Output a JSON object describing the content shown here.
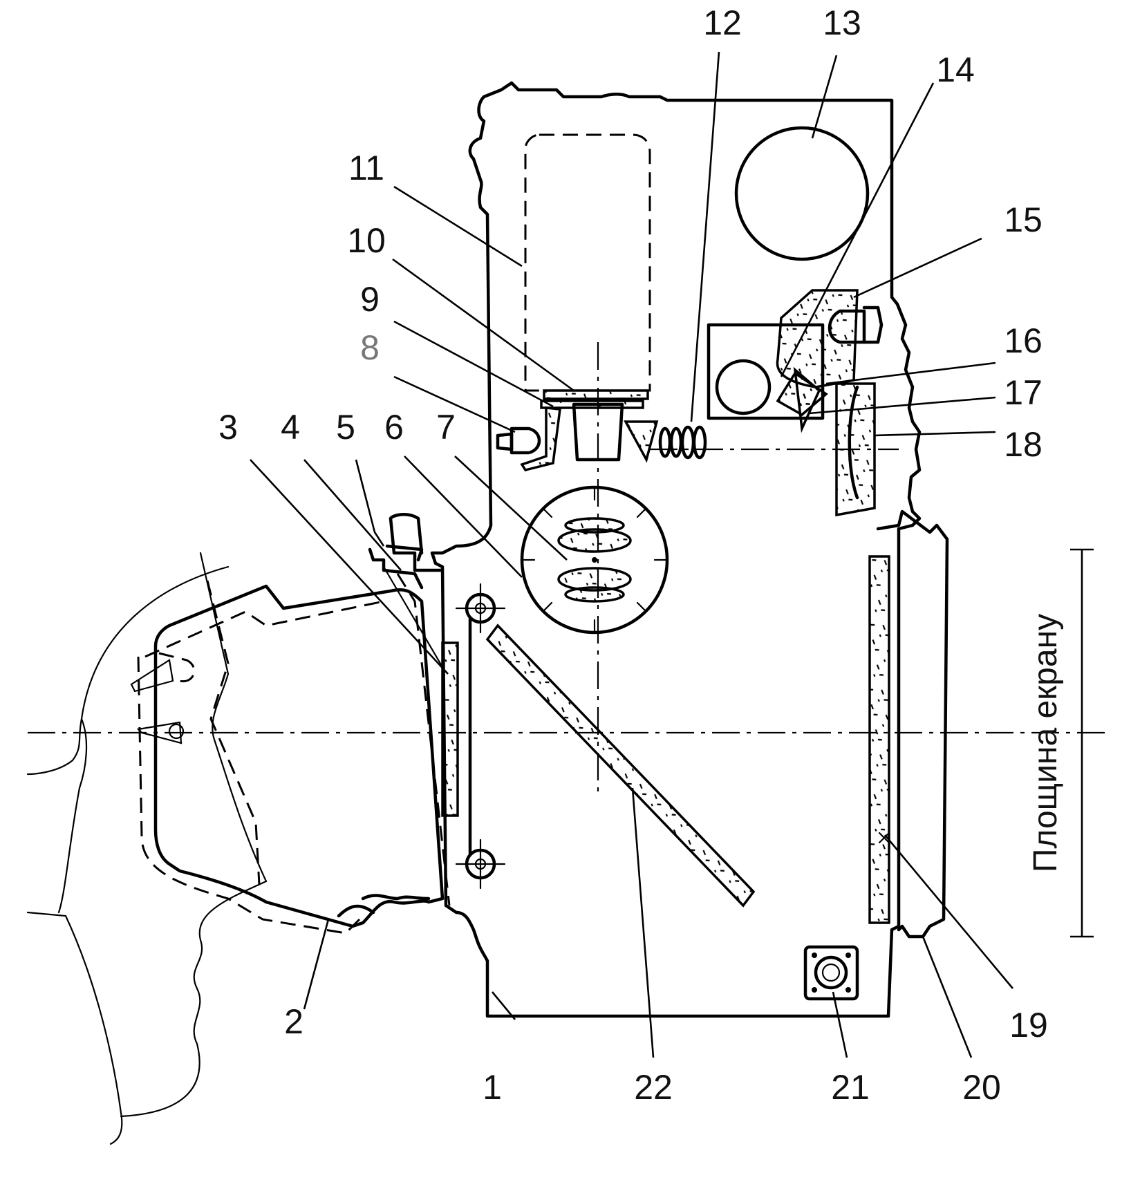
{
  "colors": {
    "ink": "#000000",
    "background": "#ffffff",
    "label_8": "#777777"
  },
  "labels": {
    "l1": "1",
    "l2": "2",
    "l3": "3",
    "l4": "4",
    "l5": "5",
    "l6": "6",
    "l7": "7",
    "l8": "8",
    "l9": "9",
    "l10": "10",
    "l11": "11",
    "l12": "12",
    "l13": "13",
    "l14": "14",
    "l15": "15",
    "l16": "16",
    "l17": "17",
    "l18": "18",
    "l19": "19",
    "l20": "20",
    "l21": "21",
    "l22": "22"
  },
  "screen_plane_label": "Площина екрану"
}
